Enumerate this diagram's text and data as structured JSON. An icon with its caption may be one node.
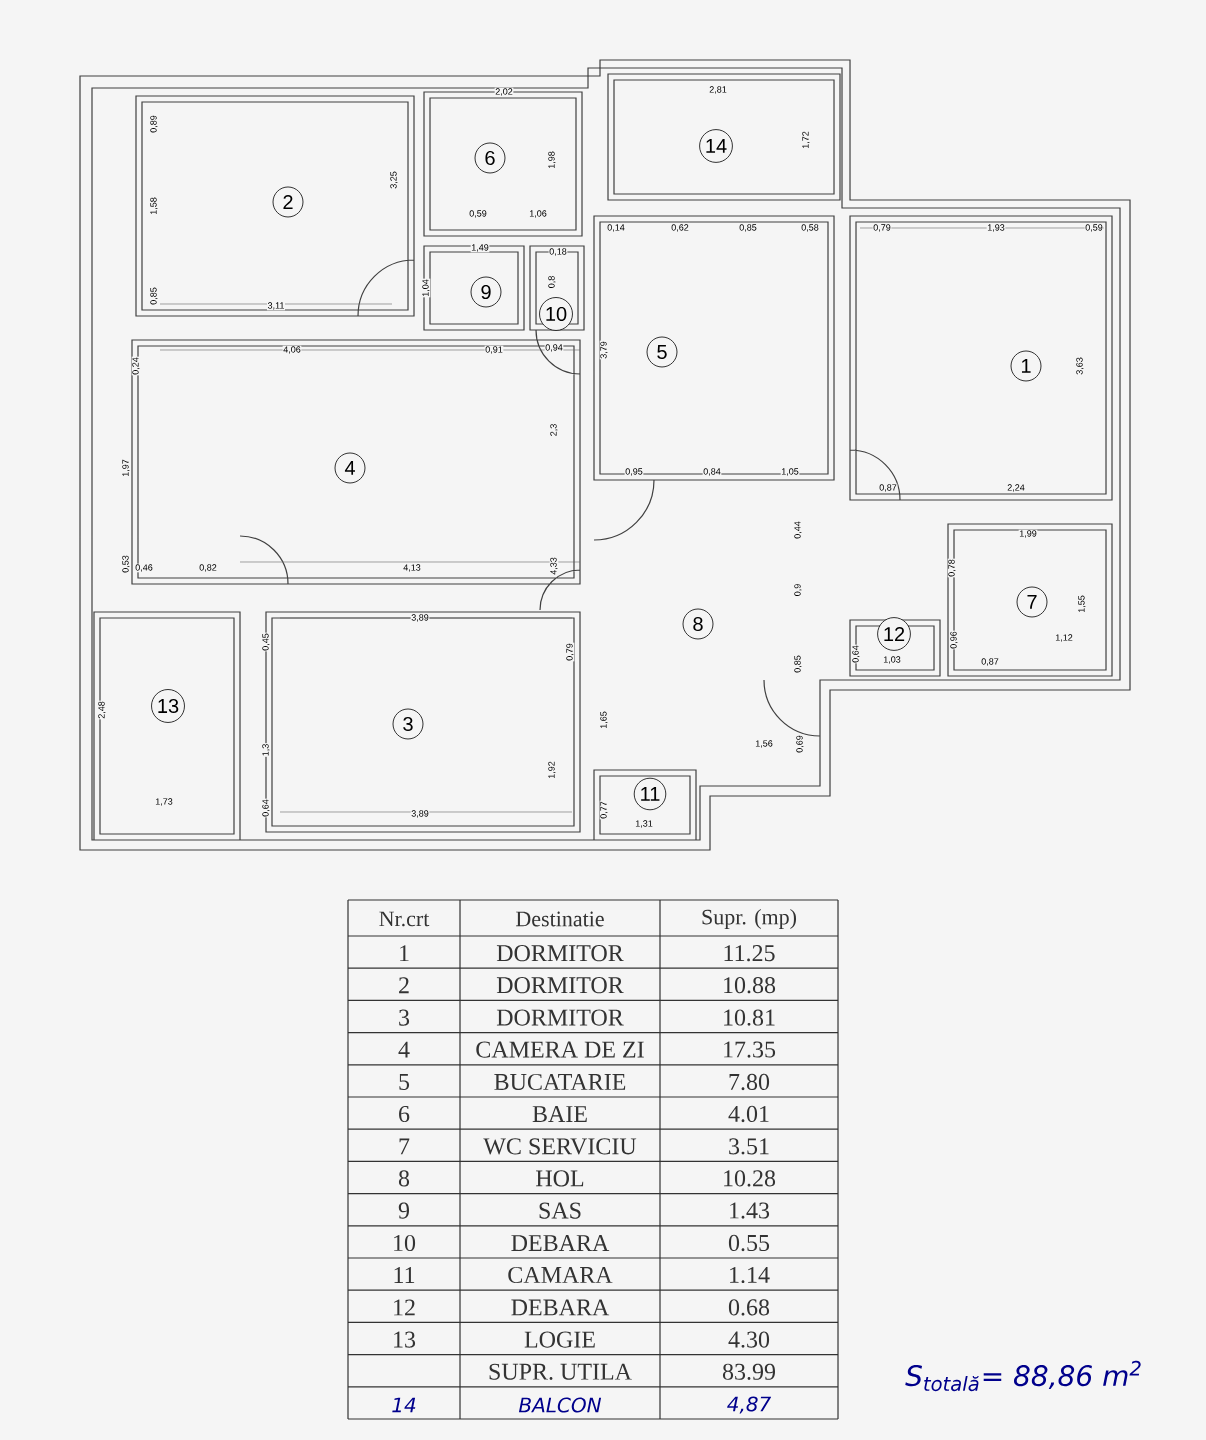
{
  "diagram": {
    "nodes": [
      {
        "text": [
          "1"
        ]
      },
      {
        "text": [
          "2"
        ]
      },
      {
        "text": [
          "3"
        ]
      },
      {
        "text": [
          "4"
        ]
      },
      {
        "text": [
          "5"
        ]
      },
      {
        "text": [
          "6"
        ]
      },
      {
        "text": [
          "7"
        ]
      },
      {
        "text": [
          "8"
        ]
      },
      {
        "text": [
          "9"
        ]
      },
      {
        "text": [
          "10"
        ]
      },
      {
        "text": [
          "11"
        ]
      },
      {
        "text": [
          "12"
        ]
      },
      {
        "text": [
          "13"
        ]
      },
      {
        "text": [
          "14"
        ]
      }
    ],
    "labels": [
      "2,02",
      "2,81",
      "0,89",
      "1,98",
      "1,72",
      "1,58",
      "3,25",
      "0,59",
      "1,06",
      "0,14",
      "0,62",
      "0,85",
      "0,58",
      "0,79",
      "1,93",
      "0,59",
      "1,49",
      "0,18",
      "0,85",
      "1,04",
      "0,8",
      "3,11",
      "3,79",
      "3,63",
      "4,06",
      "0,91",
      "0,94",
      "0,24",
      "2,3",
      "1,97",
      "0,95",
      "0,84",
      "1,05",
      "0,87",
      "2,24",
      "1,99",
      "0,44",
      "0,53",
      "0,46",
      "0,82",
      "4,13",
      "4,33",
      "0,78",
      "0,9",
      "1,55",
      "3,89",
      "0,45",
      "0,79",
      "1,12",
      "0,96",
      "0,64",
      "1,03",
      "0,87",
      "0,85",
      "2,48",
      "1,3",
      "1,65",
      "1,56",
      "0,69",
      "1,92",
      "0,64",
      "0,77",
      "1,73",
      "3,89",
      "1,31",
      "Nr.crt",
      "Destinatie",
      "Supr. (mp)",
      "1",
      "DORMITOR",
      "11.25",
      "2",
      "DORMITOR",
      "10.88",
      "3",
      "DORMITOR",
      "10.81",
      "4",
      "CAMERA DE ZI",
      "17.35",
      "5",
      "BUCATARIE",
      "7.80",
      "6",
      "BAIE",
      "4.01",
      "7",
      "WC SERVICIU",
      "3.51",
      "8",
      "HOL",
      "10.28",
      "9",
      "SAS",
      "1.43",
      "10",
      "DEBARA",
      "0.55",
      "11",
      "CAMARA",
      "1.14",
      "12",
      "DEBARA",
      "0.68",
      "13",
      "LOGIE",
      "4.30",
      "SUPR. UTILA",
      "83.99",
      "14",
      "BALCON",
      "4,87",
      "S$_{totală}$= 88,86 m$^{2}$"
    ]
  }
}
